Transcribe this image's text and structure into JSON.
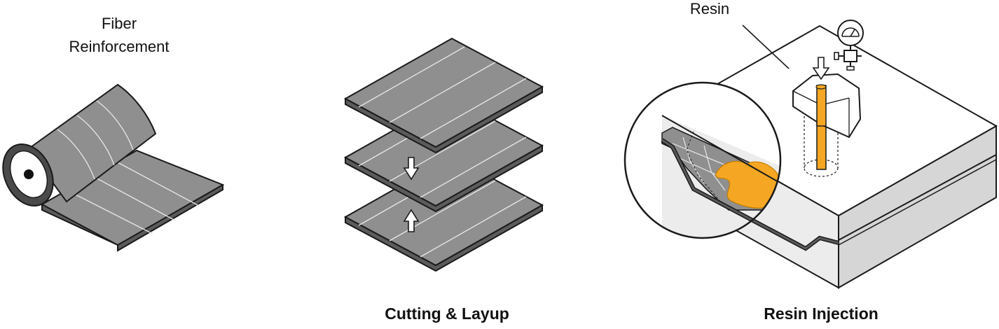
{
  "labels": {
    "fiber_line1": "Fiber",
    "fiber_line2": "Reinforcement",
    "resin": "Resin"
  },
  "captions": {
    "cutting": "Cutting & Layup",
    "injection": "Resin Injection"
  },
  "colors": {
    "fabric": "#8f8f8f",
    "fabric_dark": "#5b5b5b",
    "outline": "#1a1a1a",
    "resin": "#f5a623",
    "mold_top": "#ffffff",
    "mold_side": "#d6d6d6",
    "mold_front": "#ececec"
  },
  "icons": [
    "roll-icon",
    "arrow-down-icon",
    "arrow-up-icon",
    "pressure-gauge-icon",
    "injection-head-icon"
  ]
}
